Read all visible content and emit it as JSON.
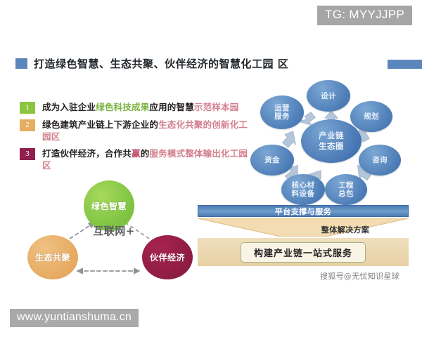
{
  "watermarks": {
    "top": "TG: MYYJJPP",
    "bottom": "www.yuntianshuma.cn",
    "sohu": "搜狐号@无忧知识星球"
  },
  "heading": {
    "text": "打造绿色智慧、生态共聚、伙伴经济的智慧化工园 区"
  },
  "list": [
    {
      "number": "1",
      "badge_color": "#8CC63E",
      "parts": [
        {
          "text": "成为入驻企业",
          "color": "#231f20"
        },
        {
          "text": "绿色科技成果",
          "color": "#7cb342"
        },
        {
          "text": "应用的智慧",
          "color": "#231f20"
        },
        {
          "text": "示范样本园",
          "color": "#d37f8e"
        }
      ]
    },
    {
      "number": "2",
      "badge_color": "#E7AE63",
      "parts": [
        {
          "text": "绿色建筑产业链上下游企业的",
          "color": "#231f20"
        },
        {
          "text": "生态化共聚的创新化工园区",
          "color": "#d37f8e"
        }
      ]
    },
    {
      "number": "3",
      "badge_color": "#8E1F4E",
      "parts": [
        {
          "text": "打造伙伴经济，合作共",
          "color": "#231f20"
        },
        {
          "text": "赢",
          "color": "#c0506a"
        },
        {
          "text": "的",
          "color": "#231f20"
        },
        {
          "text": "服务模式整体输出化工园区",
          "color": "#d37f8e"
        }
      ]
    }
  ],
  "triangle": {
    "center_label": "互联网+",
    "nodes": [
      {
        "label": "绿色智慧",
        "color": "#7dc242"
      },
      {
        "label": "生态共聚",
        "color": "#e5a95f"
      },
      {
        "label": "伙伴经济",
        "color": "#8c1c44"
      }
    ]
  },
  "ecosystem": {
    "center": "产业链\n生态圈",
    "center_line1": "产业链",
    "center_line2": "生态圈",
    "nodes": [
      {
        "label": "设计"
      },
      {
        "label": "规划"
      },
      {
        "label": "咨询"
      },
      {
        "label": "工程\n总包",
        "line1": "工程",
        "line2": "总包"
      },
      {
        "label": "核心材\n料设备",
        "line1": "核心材",
        "line2": "料设备"
      },
      {
        "label": "资金"
      },
      {
        "label": "运营\n服务",
        "line1": "运营",
        "line2": "服务"
      }
    ]
  },
  "platform": {
    "bar_label": "平台支撑与服务",
    "funnel_label": "整体解决方案",
    "card_label": "构建产业链一站式服务"
  },
  "colors": {
    "accent_blue": "#5b86bd",
    "green": "#7dc242",
    "orange": "#e5a95f",
    "magenta": "#8c1c44",
    "gold": "#e7d0a4"
  }
}
